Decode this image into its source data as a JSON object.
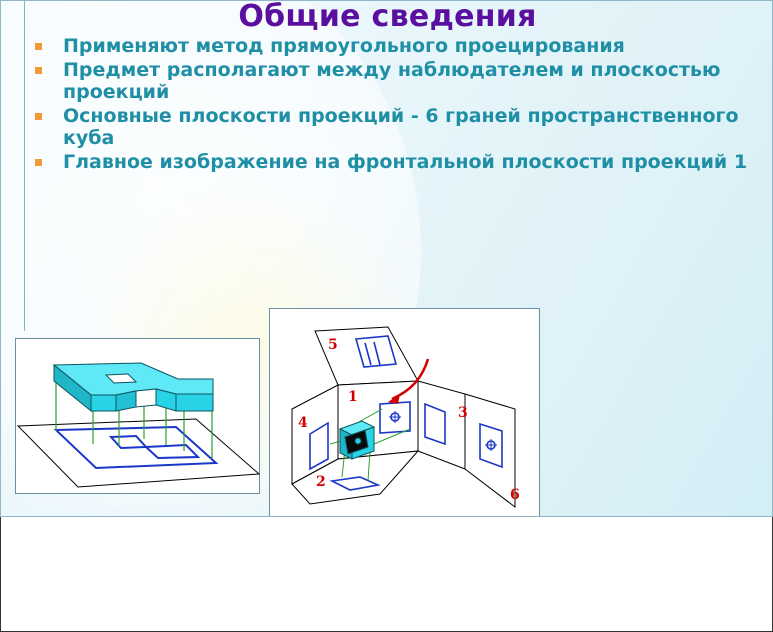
{
  "slide": {
    "title": "Общие сведения",
    "bullets": [
      "Применяют метод прямоугольного проецирования",
      "Предмет располагают между наблюдателем и плоскостью проекций",
      "Основные плоскости проекций - 6 граней пространственного куба",
      "Главное изображение на фронтальной плоскости проекций 1"
    ]
  },
  "figure_cube": {
    "plane_labels": [
      "1",
      "2",
      "3",
      "4",
      "5",
      "6"
    ]
  },
  "colors": {
    "title": "#5a0f9e",
    "bullet_text": "#1f8fa6",
    "bullet_marker": "#f09a3a",
    "object_fill": "#29d3e6",
    "projection_lines": "#1a37c9",
    "plane_labels": "#d40000"
  }
}
